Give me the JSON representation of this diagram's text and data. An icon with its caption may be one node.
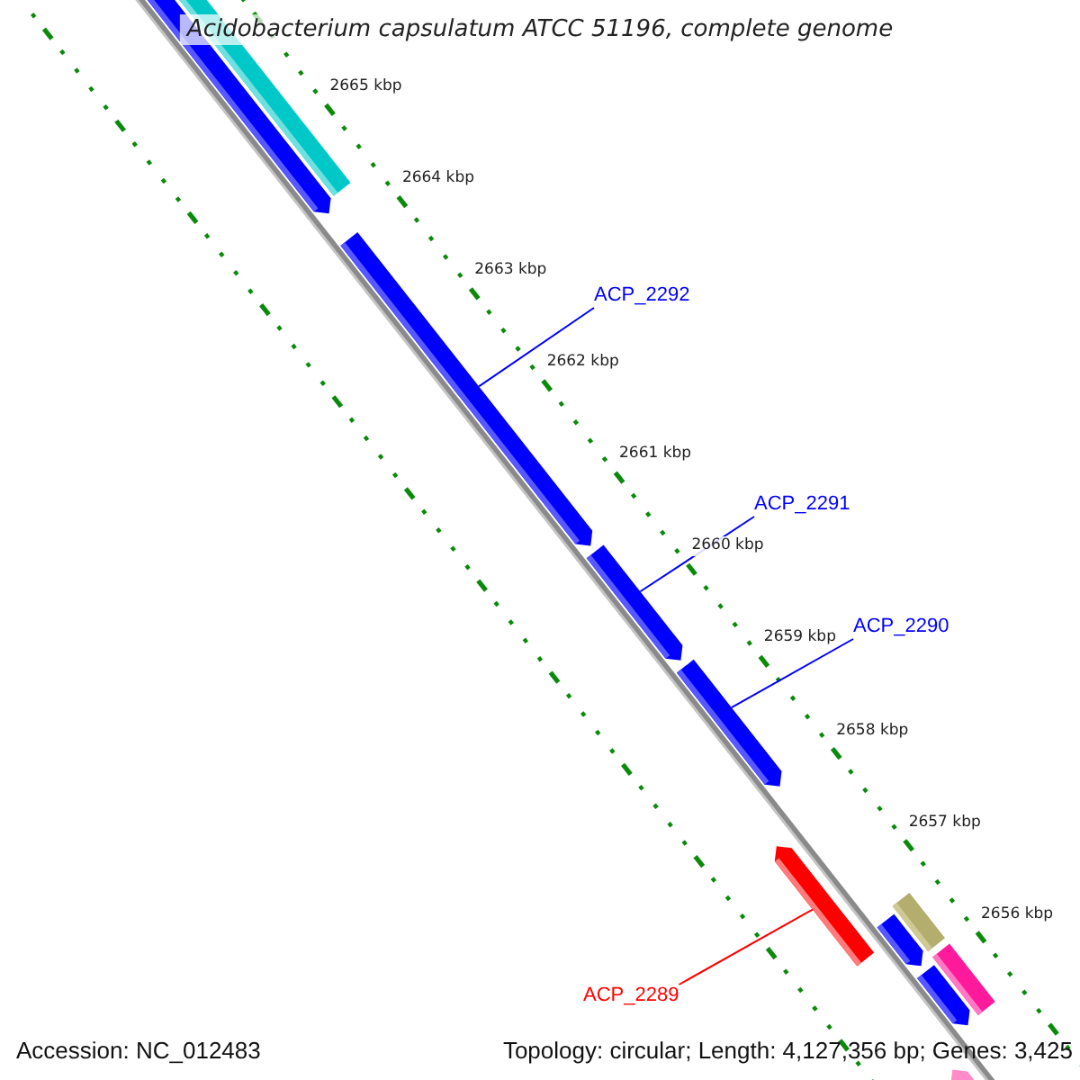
{
  "diagram": {
    "title": "Acidobacterium capsulatum ATCC 51196, complete genome",
    "nodes": [
      {
        "text": [],
        "shape": "bar"
      },
      {
        "text": [],
        "shape": "bar"
      },
      {
        "text": [],
        "shape": "bar"
      },
      {
        "text": [
          "ACP_2292"
        ]
      },
      {
        "text": [
          "ACP_2291"
        ]
      },
      {
        "text": [],
        "shape": "bar"
      },
      {
        "text": [
          "ACP_2290"
        ]
      },
      {
        "text": [],
        "shape": "bar"
      },
      {
        "text": [],
        "shape": "bar"
      },
      {
        "text": [],
        "shape": "bar"
      },
      {
        "text": [],
        "shape": "bar"
      },
      {
        "text": [],
        "shape": "bar"
      },
      {
        "text": [],
        "shape": "bar"
      },
      {
        "text": [
          "ACP_2289"
        ]
      },
      {
        "text": [],
        "shape": "bar"
      }
    ],
    "edges": [
      {
        "from": 3,
        "to": 2,
        "arrow": "none"
      },
      {
        "from": 4,
        "to": 5,
        "arrow": "none"
      },
      {
        "from": 6,
        "to": 7,
        "arrow": "none"
      },
      {
        "from": 13,
        "to": 8,
        "arrow": "none",
        "color": "#ff0000"
      }
    ],
    "labels": [
      "2665 kbp",
      "2664 kbp",
      "2663 kbp",
      "2662 kbp",
      "2661 kbp",
      "2660 kbp",
      "2659 kbp",
      "2658 kbp",
      "2657 kbp",
      "2656 kbp",
      "Accession: NC_012483",
      "Topology: circular; Length: 4,127,356 bp; Genes: 3,425"
    ]
  }
}
